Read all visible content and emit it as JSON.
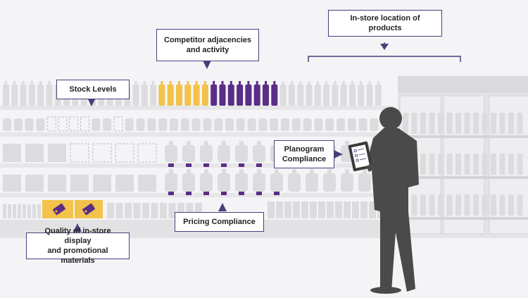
{
  "colors": {
    "background": "#f4f4f6",
    "shelf_product": "#dcdcdf",
    "shelf_edge": "#e6e6e9",
    "highlight_yellow": "#f2c24a",
    "highlight_purple": "#5b2d86",
    "callout_border": "#4a3f7a",
    "person": "#4a4a4a"
  },
  "icons": [
    "price-tag-icon",
    "checklist-icon",
    "tablet-icon"
  ],
  "callouts": {
    "location": "In-store location of products",
    "competitor_line1": "Competitor adjacencies",
    "competitor_line2": "and activity",
    "stock": "Stock Levels",
    "planogram_line1": "Planogram",
    "planogram_line2": "Compliance",
    "pricing": "Pricing Compliance",
    "quality_line1": "Quality of in-store display",
    "quality_line2": "and promotional materials"
  }
}
